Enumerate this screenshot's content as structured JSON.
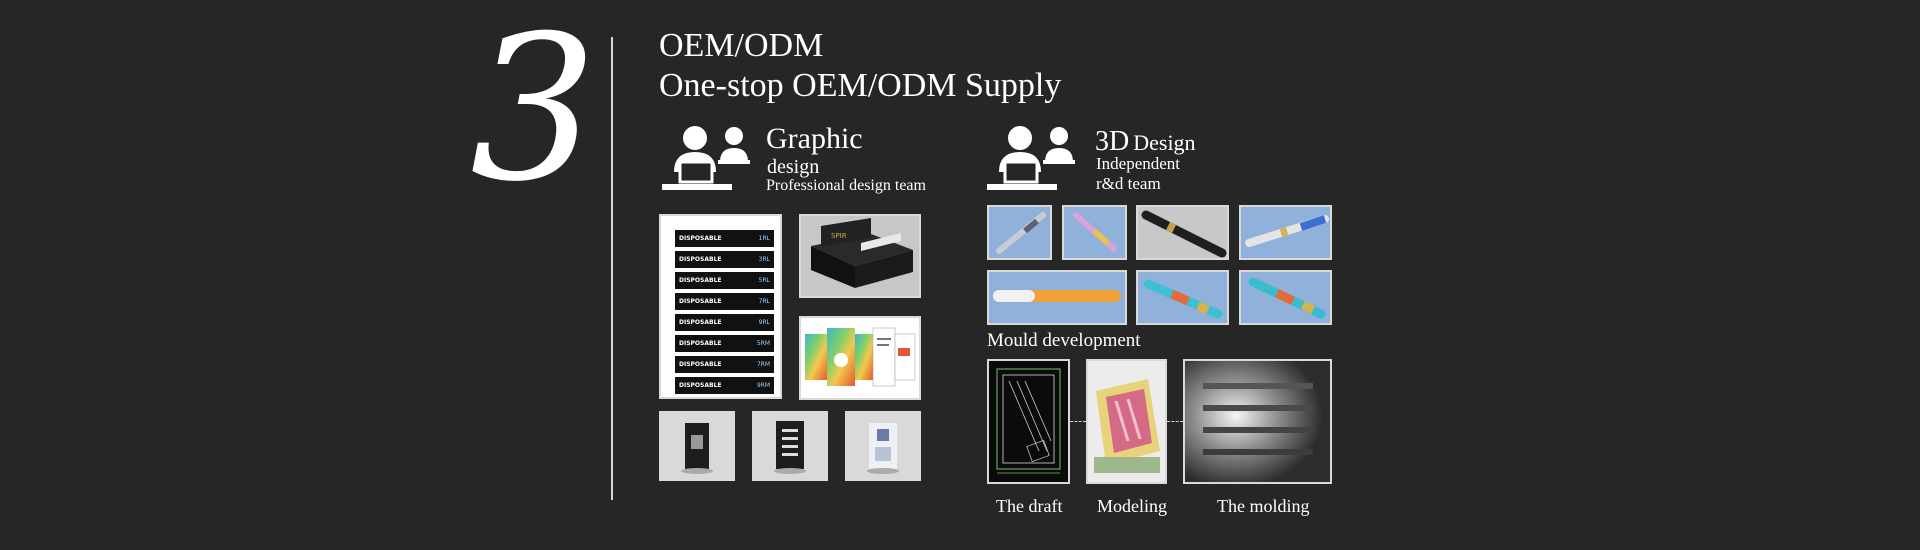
{
  "step_number": "3",
  "title_line1": "OEM/ODM",
  "title_line2": "One-stop OEM/ODM Supply",
  "graphic": {
    "icon": "designers-icon",
    "heading": "Graphic",
    "sub": "design",
    "desc": "Professional design team"
  },
  "design3d": {
    "icon": "designers-icon",
    "heading_num": "3D",
    "heading_word": "Design",
    "line2": "Independent",
    "line3": "r&d team"
  },
  "mould": {
    "title": "Mould development",
    "captions": [
      "The draft",
      "Modeling",
      "The molding"
    ]
  },
  "label_sheet": {
    "brand": "DISPOSABLE",
    "sizes": [
      "1RL",
      "3RL",
      "5RL",
      "7RL",
      "9RL",
      "5RM",
      "7RM",
      "9RM"
    ]
  },
  "colors": {
    "background": "#262626",
    "text": "#ffffff",
    "frame": "#d9d9d9"
  }
}
